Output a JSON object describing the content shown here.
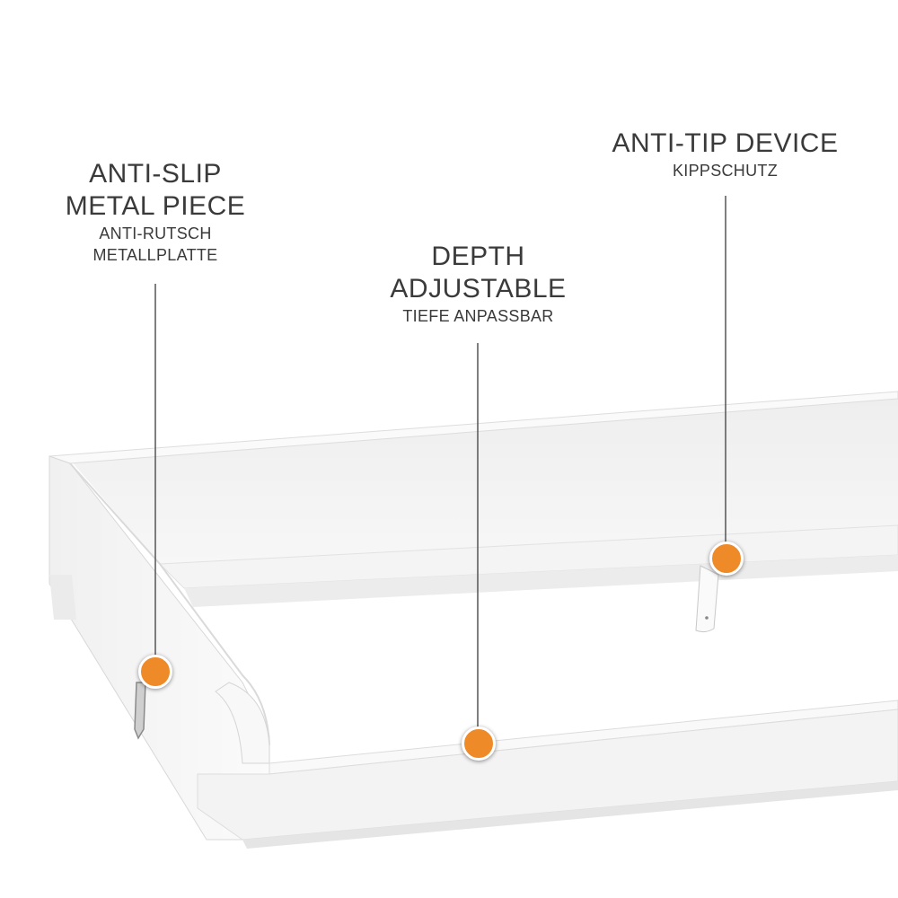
{
  "colors": {
    "marker": "#EE8A27",
    "text": "#3A3A3A",
    "leader_line": "#555555",
    "furniture": "#F4F4F4"
  },
  "callouts": [
    {
      "title_lines": [
        "ANTI-SLIP",
        "METAL PIECE"
      ],
      "subtitle_lines": [
        "ANTI-RUTSCH",
        "METALLPLATTE"
      ]
    },
    {
      "title_lines": [
        "DEPTH",
        "ADJUSTABLE"
      ],
      "subtitle_lines": [
        "TIEFE ANPASSBAR"
      ]
    },
    {
      "title_lines": [
        "ANTI-TIP DEVICE"
      ],
      "subtitle_lines": [
        "KIPPSCHUTZ"
      ]
    }
  ]
}
